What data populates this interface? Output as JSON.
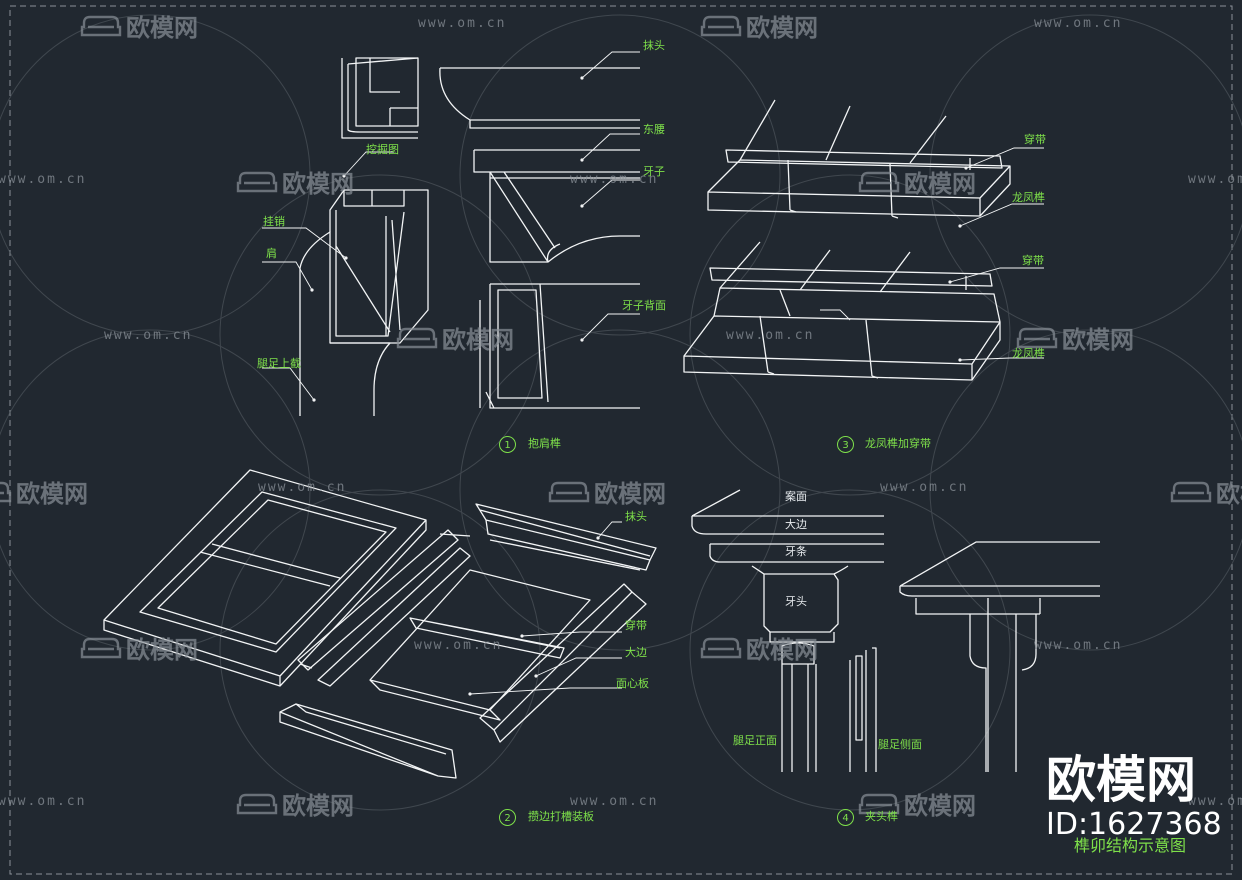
{
  "watermark": {
    "url": "www.om.cn",
    "brand": "欧模网",
    "logo_icon": "sofa-icon"
  },
  "branding": {
    "name": "欧模网",
    "id": "ID:1627368"
  },
  "sheet_title": "榫卯结构示意图",
  "colors": {
    "background": "#212830",
    "lines": "#f2f4f5",
    "annotation": "#7ee04a"
  },
  "details": [
    {
      "number": "1",
      "caption": "抱肩榫",
      "labels": {
        "a": "抹头",
        "b": "东腰",
        "c": "牙子",
        "d": "挖掘图",
        "e": "挂销",
        "f": "肩",
        "g": "腿足上截",
        "h": "牙子背面"
      }
    },
    {
      "number": "3",
      "caption": "龙凤榫加穿带",
      "labels": {
        "a": "穿带",
        "b": "龙凤榫",
        "c": "穿带",
        "d": "龙凤榫"
      }
    },
    {
      "number": "2",
      "caption": "攒边打槽装板",
      "labels": {
        "a": "抹头",
        "b": "穿带",
        "c": "大边",
        "d": "面心板"
      }
    },
    {
      "number": "4",
      "caption": "夹头榫",
      "labels": {
        "a": "案面",
        "b": "大边",
        "c": "牙条",
        "d": "牙头",
        "e": "腿足正面",
        "f": "腿足侧面"
      }
    }
  ]
}
